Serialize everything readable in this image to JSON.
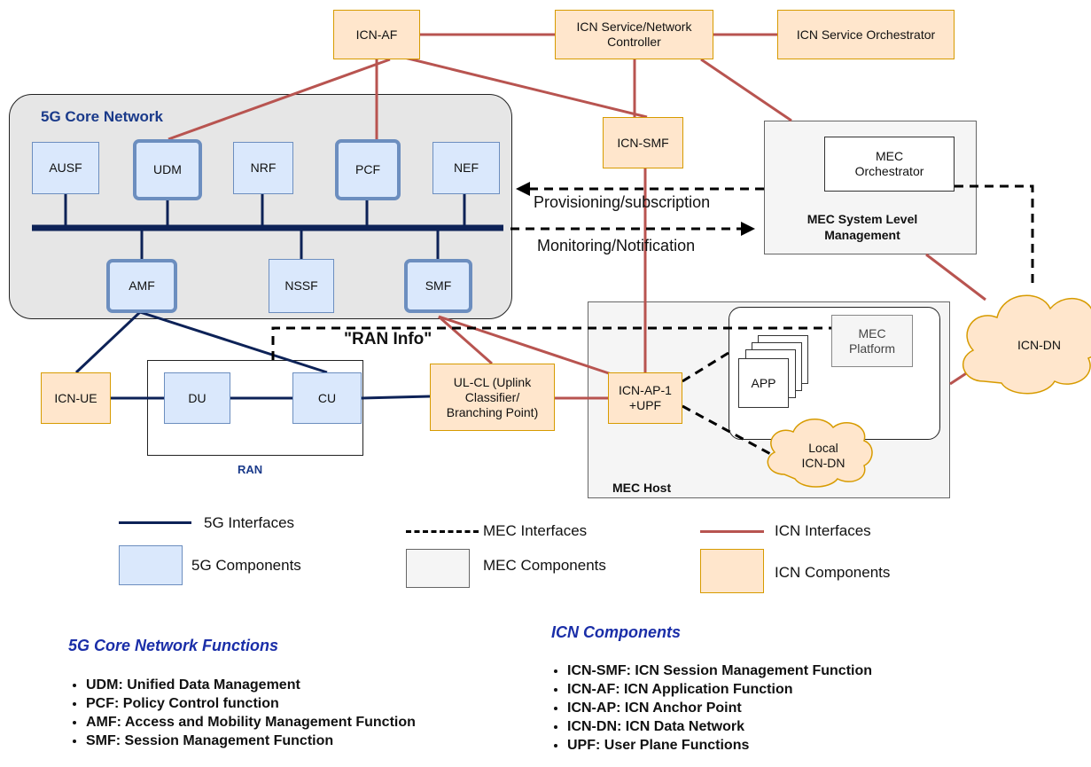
{
  "core_network": {
    "title": "5G Core Network",
    "functions": [
      "AUSF",
      "UDM",
      "NRF",
      "PCF",
      "NEF",
      "AMF",
      "NSSF",
      "SMF"
    ]
  },
  "icn_nodes": {
    "af": "ICN-AF",
    "controller_line1": "ICN Service/Network",
    "controller_line2": "Controller",
    "orchestrator": "ICN Service Orchestrator",
    "smf": "ICN-SMF",
    "ue": "ICN-UE",
    "ulcl_line1": "UL-CL (Uplink",
    "ulcl_line2": "Classifier/",
    "ulcl_line3": "Branching Point)",
    "ap_line1": "ICN-AP-1",
    "ap_line2": "+UPF"
  },
  "ran": {
    "du": "DU",
    "cu": "CU",
    "label": "RAN",
    "info_label": "\"RAN Info\""
  },
  "mec": {
    "orchestrator_line1": "MEC",
    "orchestrator_line2": "Orchestrator",
    "system_label_line1": "MEC System Level",
    "system_label_line2": "Management",
    "platform_line1": "MEC",
    "platform_line2": "Platform",
    "app": "APP",
    "host_label": "MEC Host"
  },
  "clouds": {
    "icn_dn": "ICN-DN",
    "local_line1": "Local",
    "local_line2": "ICN-DN"
  },
  "arrows": {
    "provisioning": "Provisioning/subscription",
    "monitoring": "Monitoring/Notification"
  },
  "legend": {
    "interfaces_5g": "5G Interfaces",
    "interfaces_mec": "MEC Interfaces",
    "interfaces_icn": "ICN Interfaces",
    "components_5g": "5G Components",
    "components_mec": "MEC Components",
    "components_icn": "ICN Components"
  },
  "core_functions_list": {
    "heading": "5G Core Network Functions",
    "items": [
      "UDM: Unified Data Management",
      "PCF: Policy Control function",
      "AMF: Access and Mobility Management Function",
      "SMF: Session Management Function"
    ]
  },
  "icn_components_list": {
    "heading": "ICN Components",
    "items": [
      "ICN-SMF: ICN Session Management Function",
      "ICN-AF: ICN Application Function",
      "ICN-AP: ICN Anchor Point",
      "ICN-DN: ICN Data Network",
      "UPF: User Plane Functions"
    ]
  },
  "colors": {
    "interface_5g": "#0d2257",
    "interface_icn": "#b85450",
    "component_5g_fill": "#dae8fc",
    "component_5g_border": "#6c8ebf",
    "component_icn_fill": "#ffe6cc",
    "component_icn_border": "#d79b00",
    "component_mec_fill": "#f5f5f5",
    "core_fill": "#e6e6e6"
  }
}
